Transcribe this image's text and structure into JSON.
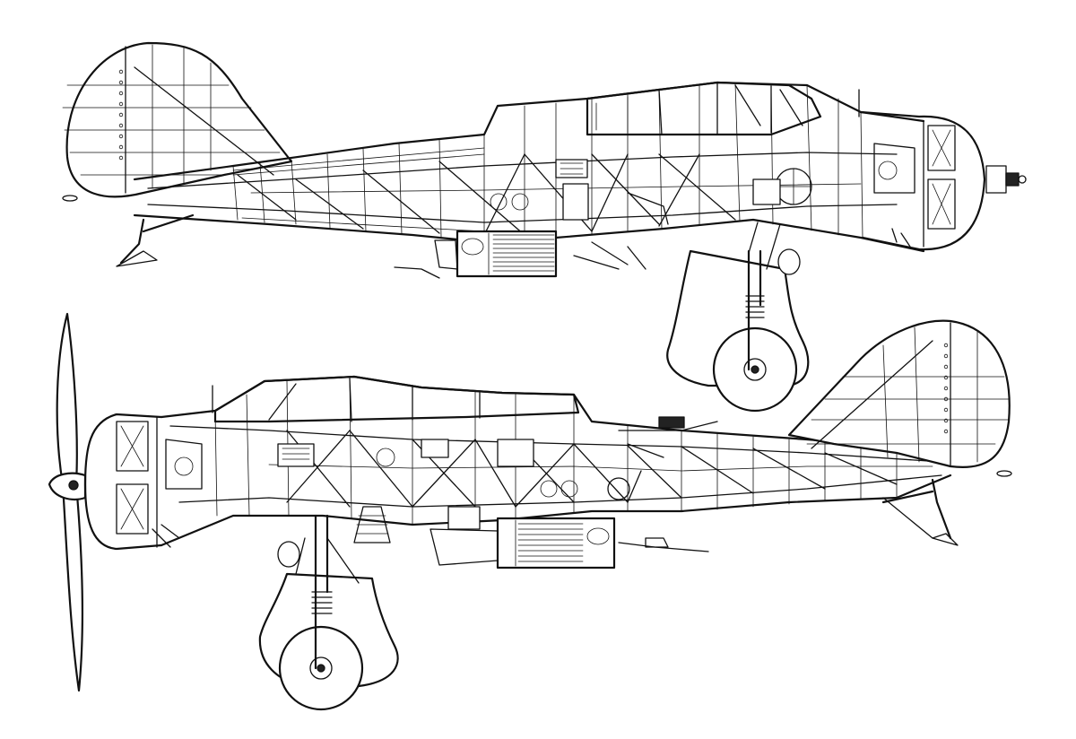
{
  "drawing": {
    "views": [
      {
        "id": "upper",
        "facing": "right"
      },
      {
        "id": "lower",
        "facing": "left"
      }
    ],
    "line_color": "#111111",
    "background": "#ffffff"
  }
}
